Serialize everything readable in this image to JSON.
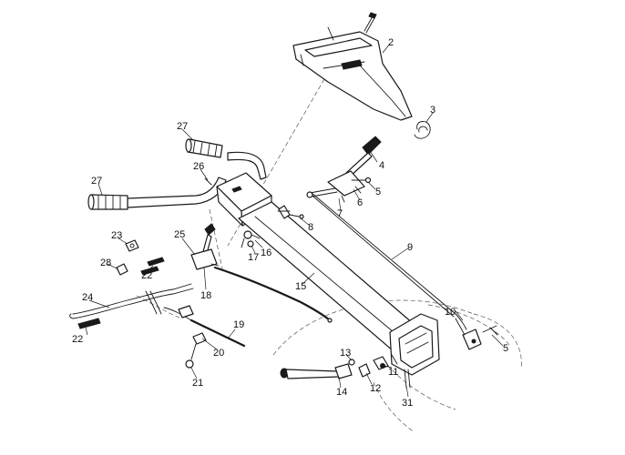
{
  "diagram": {
    "callouts": [
      {
        "id": "c2",
        "label": "2"
      },
      {
        "id": "c3",
        "label": "3"
      },
      {
        "id": "c4",
        "label": "4"
      },
      {
        "id": "c5a",
        "label": "5"
      },
      {
        "id": "c5b",
        "label": "5"
      },
      {
        "id": "c6",
        "label": "6"
      },
      {
        "id": "c7",
        "label": "7"
      },
      {
        "id": "c8",
        "label": "8"
      },
      {
        "id": "c9",
        "label": "9"
      },
      {
        "id": "c10",
        "label": "10"
      },
      {
        "id": "c11",
        "label": "11"
      },
      {
        "id": "c12",
        "label": "12"
      },
      {
        "id": "c13",
        "label": "13"
      },
      {
        "id": "c14",
        "label": "14"
      },
      {
        "id": "c15",
        "label": "15"
      },
      {
        "id": "c16",
        "label": "16"
      },
      {
        "id": "c17",
        "label": "17"
      },
      {
        "id": "c18",
        "label": "18"
      },
      {
        "id": "c19",
        "label": "19"
      },
      {
        "id": "c20",
        "label": "20"
      },
      {
        "id": "c21",
        "label": "21"
      },
      {
        "id": "c22a",
        "label": "22"
      },
      {
        "id": "c22b",
        "label": "22"
      },
      {
        "id": "c23",
        "label": "23"
      },
      {
        "id": "c24",
        "label": "24"
      },
      {
        "id": "c25",
        "label": "25"
      },
      {
        "id": "c26",
        "label": "26"
      },
      {
        "id": "c27a",
        "label": "27"
      },
      {
        "id": "c27b",
        "label": "27"
      },
      {
        "id": "c28",
        "label": "28"
      },
      {
        "id": "c31",
        "label": "31"
      }
    ]
  }
}
